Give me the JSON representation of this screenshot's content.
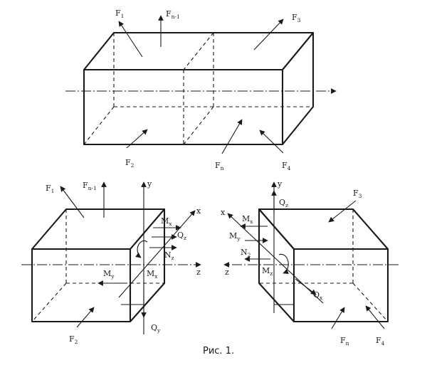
{
  "caption": "Рис. 1.",
  "labels": {
    "F": "F",
    "Q": "Q",
    "M": "M",
    "N": "N",
    "s1": "1",
    "s2": "2",
    "s3": "3",
    "s4": "4",
    "sn": "n",
    "sn1": "n-1",
    "x": "x",
    "y": "y",
    "z": "z"
  }
}
